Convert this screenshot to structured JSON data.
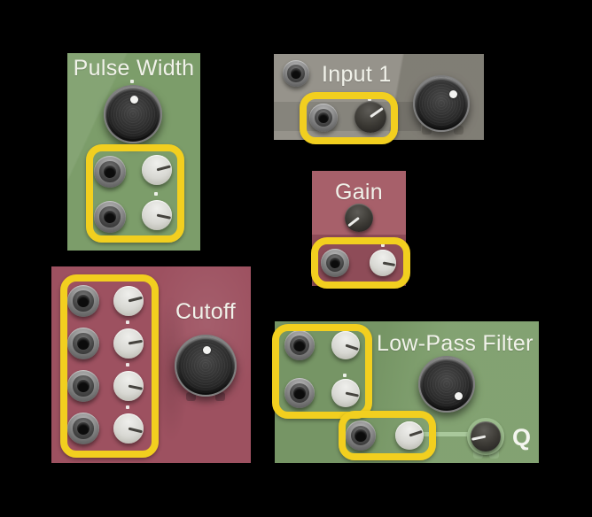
{
  "background_color": "#000000",
  "annotation": {
    "highlight_color": "#F2CF1F"
  },
  "panels": {
    "pulse_width": {
      "title": "Pulse Width",
      "bg": "#7C9D6A"
    },
    "input_1": {
      "title": "Input 1",
      "bg": "#8A877E"
    },
    "gain": {
      "title": "Gain",
      "bg_top": "#A7606A",
      "bg_bottom": "#8E4C58"
    },
    "cutoff": {
      "title": "Cutoff",
      "bg": "#9D5160"
    },
    "low_pass_filter": {
      "title": "Low-Pass Filter",
      "bg": "#7C9D6A",
      "q_label": "Q"
    }
  }
}
